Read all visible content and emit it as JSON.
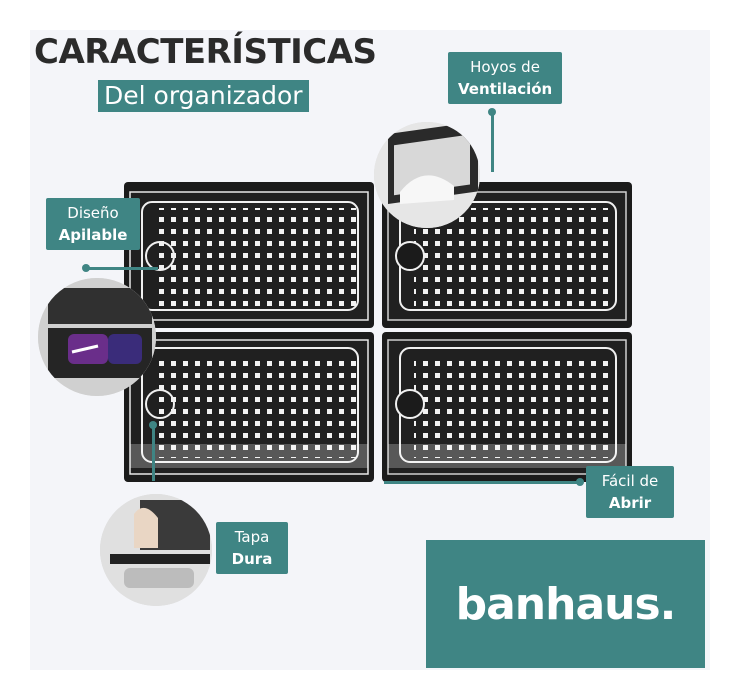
{
  "header": {
    "title": "CARACTERÍSTICAS",
    "subtitle": "Del organizador"
  },
  "callouts": {
    "ventilation": {
      "line1": "Hoyos de",
      "line2": "Ventilación"
    },
    "stackable": {
      "line1": "Diseño",
      "line2": "Apilable"
    },
    "hard_lid": {
      "line1": "Tapa",
      "line2": "Dura"
    },
    "easy_open": {
      "line1": "Fácil de",
      "line2": "Abrir"
    }
  },
  "brand": {
    "name": "banhaus."
  },
  "colors": {
    "accent": "#3f8584",
    "box": "#151515",
    "background": "#f4f5f9"
  },
  "icons": [
    "shoe-box-illustration",
    "closeup-vent-icon",
    "closeup-stack-icon",
    "closeup-lid-icon"
  ]
}
